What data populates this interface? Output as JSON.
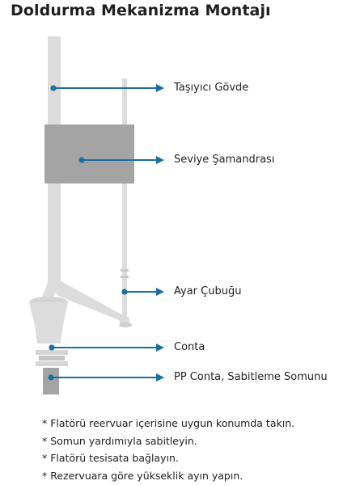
{
  "title": "Doldurma Mekanizma Montajı",
  "labels": {
    "body": "Taşıyıcı Gövde",
    "float": "Seviye Şamandrası",
    "rod": "Ayar Çubuğu",
    "seal": "Conta",
    "nut": "PP Conta, Sabitleme Somunu"
  },
  "notes": [
    "* Flatörü reervuar içerisine uygun konumda takın.",
    "* Somun yardımıyla sabitleyin.",
    "* Flatörü tesisata bağlayın.",
    "* Rezervuara göre yükseklik ayın yapın."
  ],
  "colors": {
    "arrow": "#1a6fa0",
    "part_light": "#dcdcdc",
    "part_dark": "#a4a4a4",
    "title": "#1f1f1f"
  }
}
